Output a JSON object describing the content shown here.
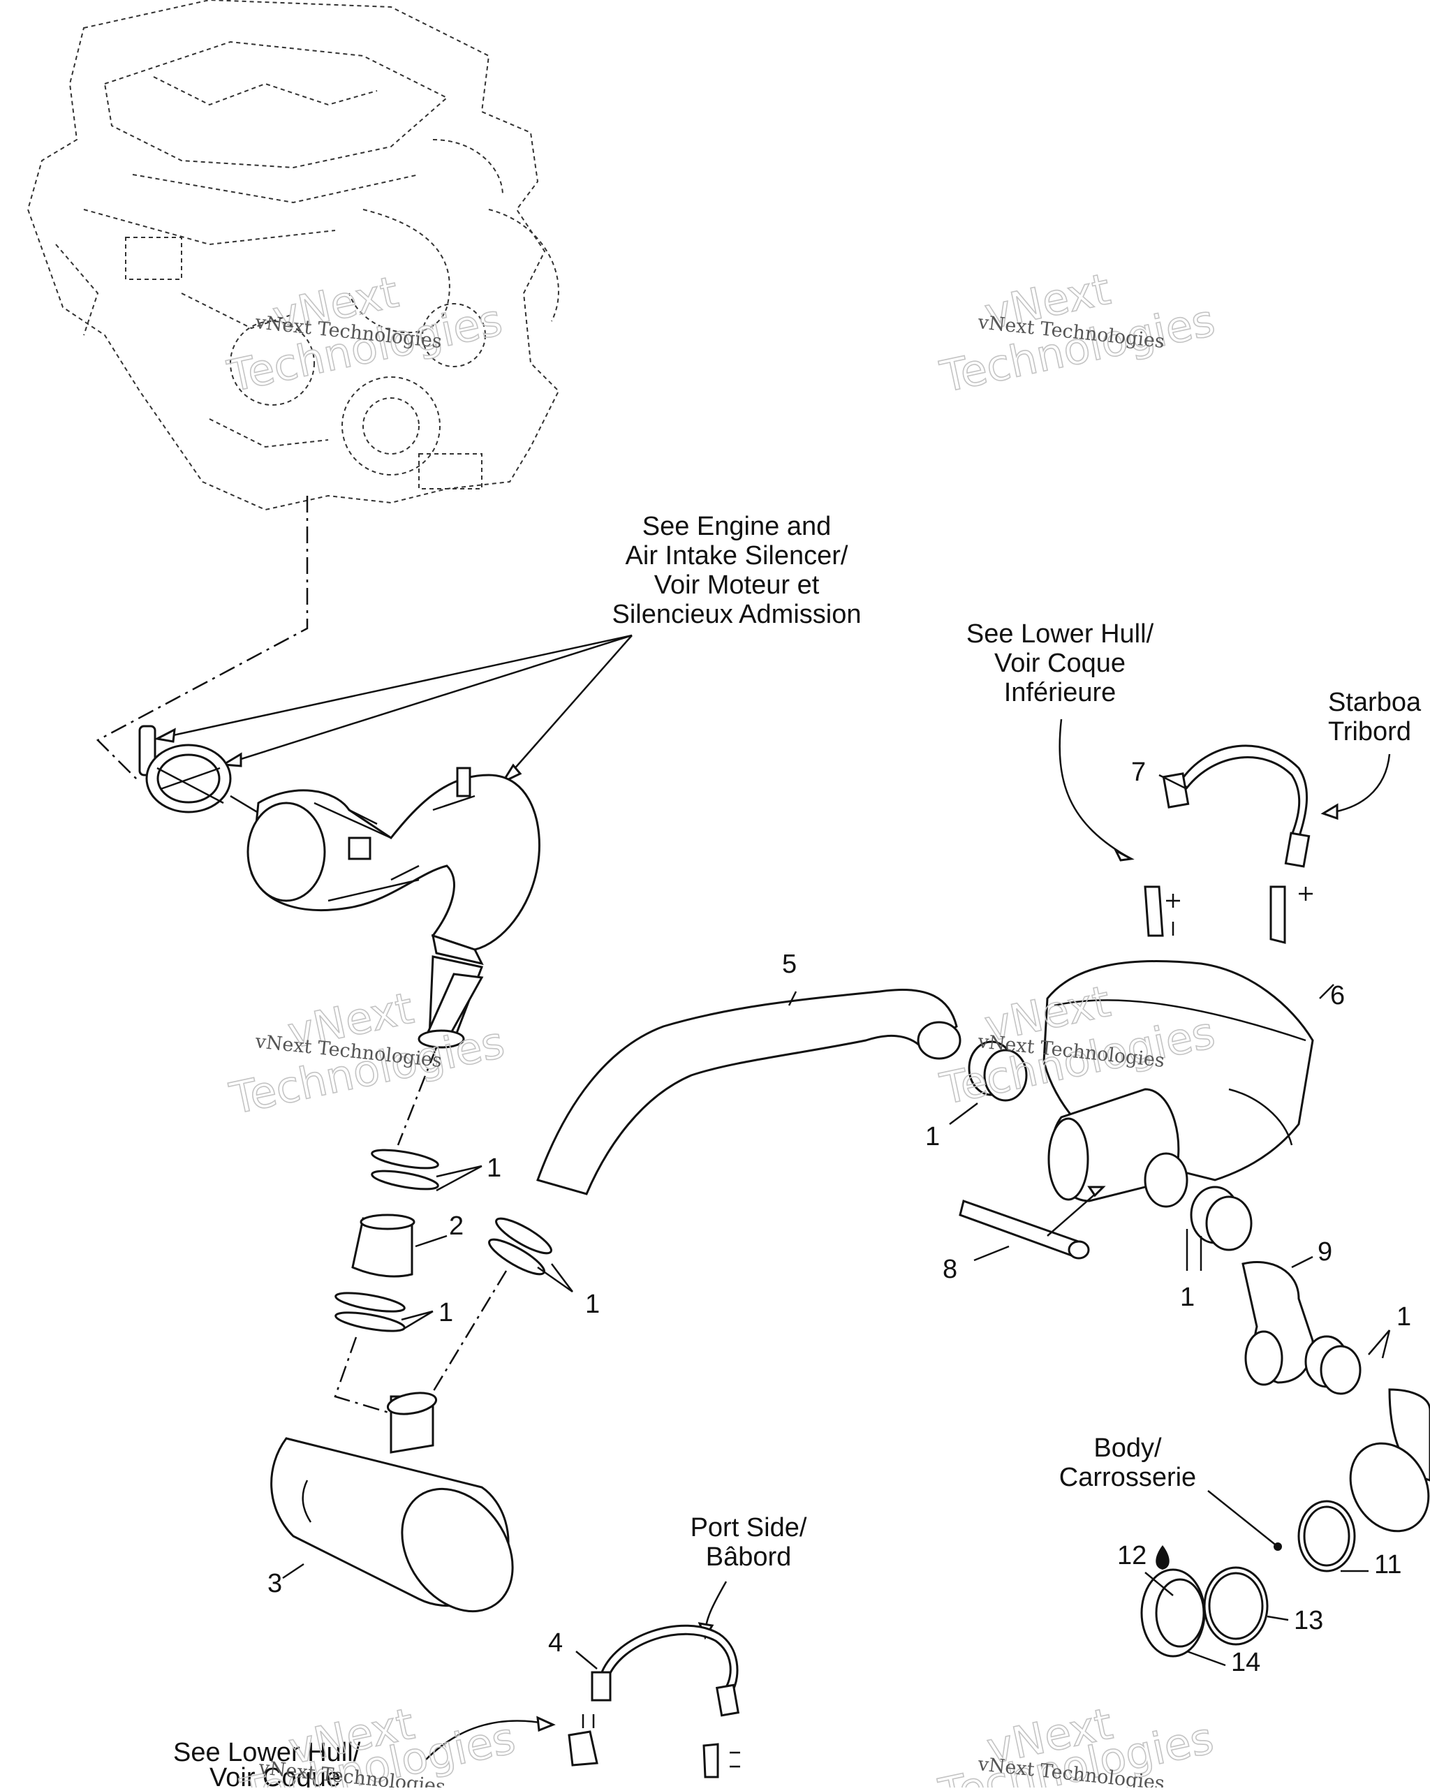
{
  "callouts": {
    "engine_ref": [
      "See Engine and",
      "Air Intake Silencer/",
      "Voir Moteur et",
      "Silencieux Admission"
    ],
    "lower_hull_ref": [
      "See Lower Hull/",
      "Voir Coque",
      "Inférieure"
    ],
    "starboard": [
      "Starboa",
      "Tribord"
    ],
    "body_ref": [
      "Body/",
      "Carrosserie"
    ],
    "port_side": [
      "Port Side/",
      "Bâbord"
    ],
    "lower_hull_ref_bottom": [
      "See Lower Hull/",
      "Voir Coque"
    ]
  },
  "part_numbers": {
    "n1a": "1",
    "n1b": "1",
    "n1c": "1",
    "n1d": "1",
    "n1e": "1",
    "n1f": "1",
    "n2": "2",
    "n3": "3",
    "n4": "4",
    "n5": "5",
    "n6": "6",
    "n7": "7",
    "n8": "8",
    "n9": "9",
    "n11": "11",
    "n12": "12",
    "n13": "13",
    "n14": "14"
  },
  "watermark": {
    "brand": "vNext",
    "word": "Technologies",
    "full": "vNext Technologies"
  },
  "icons": {
    "sealant": "droplet-icon"
  }
}
